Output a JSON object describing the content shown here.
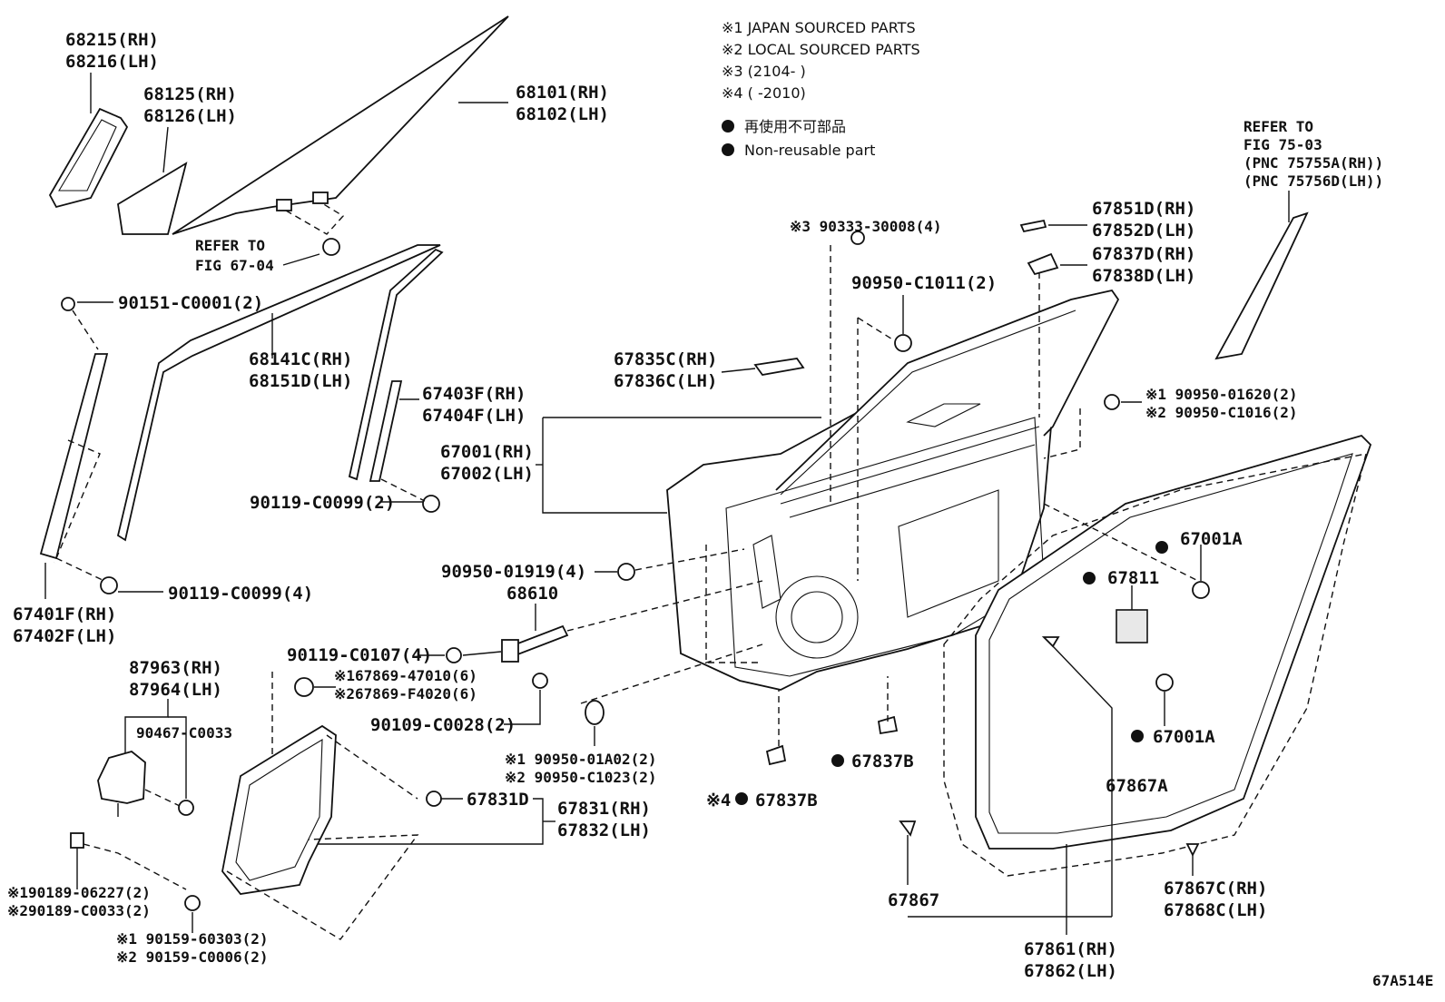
{
  "notes": {
    "n1": "※1 JAPAN SOURCED PARTS",
    "n2": "※2 LOCAL SOURCED PARTS",
    "n3": "※3 (2104-      )",
    "n4": "※4 (      -2010)",
    "legend_jp": "再使用不可部品",
    "legend_en": "Non-reusable part"
  },
  "refs": {
    "fig6704_a": "REFER TO",
    "fig6704_b": "FIG 67-04",
    "fig7503_a": "REFER TO",
    "fig7503_b": "FIG 75-03",
    "fig7503_c": "(PNC 75755A(RH))",
    "fig7503_d": "(PNC 75756D(LH))"
  },
  "labels": {
    "p68215": "68215(RH)",
    "p68216": "68216(LH)",
    "p68125": "68125(RH)",
    "p68126": "68126(LH)",
    "p68101": "68101(RH)",
    "p68102": "68102(LH)",
    "p90151": "90151-C0001(2)",
    "p68141": "68141C(RH)",
    "p68151": "68151D(LH)",
    "p67403": "67403F(RH)",
    "p67404": "67404F(LH)",
    "p67001": "67001(RH)",
    "p67002": "67002(LH)",
    "p67835": "67835C(RH)",
    "p67836": "67836C(LH)",
    "p90119a": "90119-C0099(2)",
    "p90119b": "90119-C0099(4)",
    "p67401": "67401F(RH)",
    "p67402": "67402F(LH)",
    "p90333": "※3 90333-30008(4)",
    "p90950c1011": "90950-C1011(2)",
    "p67851": "67851D(RH)",
    "p67852": "67852D(LH)",
    "p67837d": "67837D(RH)",
    "p67838d": "67838D(LH)",
    "p90950_01620": "※1 90950-01620(2)",
    "p90950_c1016": "※2 90950-C1016(2)",
    "p67001a_1": "67001A",
    "p67811": "67811",
    "p67001a_2": "67001A",
    "p90950_01919": "90950-01919(4)",
    "p68610": "68610",
    "p90119c0107": "90119-C0107(4)",
    "p87963": "87963(RH)",
    "p87964": "87964(LH)",
    "p90467": "90467-C0033",
    "p67869a": "※167869-47010(6)",
    "p67869b": "※267869-F4020(6)",
    "p90109": "90109-C0028(2)",
    "p90950_01a02": "※1 90950-01A02(2)",
    "p90950_c1023": "※2 90950-C1023(2)",
    "p67837b_1": "67837B",
    "p67837b_2": "67837B",
    "p67837b_2_prefix": "※4",
    "p67867a": "67867A",
    "p67831d": "67831D",
    "p67831": "67831(RH)",
    "p67832": "67832(LH)",
    "p90189a": "※190189-06227(2)",
    "p90189b": "※290189-C0033(2)",
    "p90159a": "※1 90159-60303(2)",
    "p90159b": "※2 90159-C0006(2)",
    "p67867": "67867",
    "p67867c": "67867C(RH)",
    "p67868c": "67868C(LH)",
    "p67861": "67861(RH)",
    "p67862": "67862(LH)"
  },
  "figure_id": "67A514E"
}
